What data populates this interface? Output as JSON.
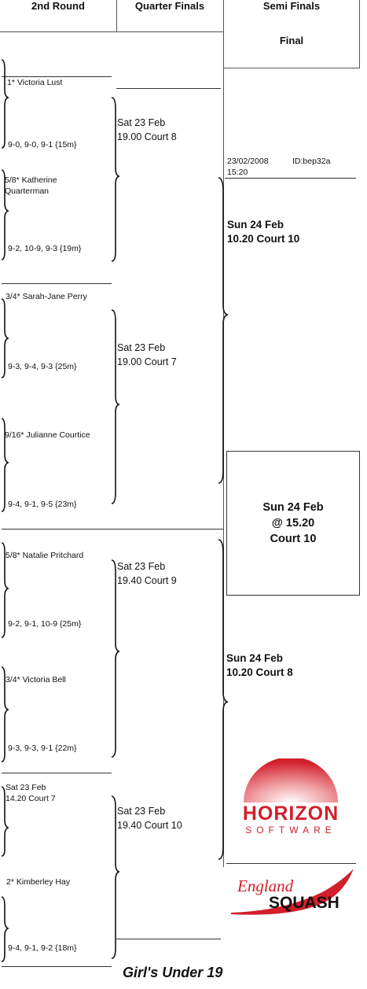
{
  "headers": {
    "second_round": "2nd Round",
    "quarter_finals": "Quarter Finals",
    "semi_finals": "Semi Finals",
    "final": "Final"
  },
  "second_round": [
    {
      "player": "1* Victoria Lust",
      "score": "9-0, 9-0, 9-1 {15m}"
    },
    {
      "player": "5/8* Katherine Quarterman",
      "score": "9-2, 10-9, 9-3 {19m}"
    },
    {
      "player": "3/4* Sarah-Jane Perry",
      "score": "9-3, 9-4, 9-3 {25m}"
    },
    {
      "player": "9/16* Julianne Courtice",
      "score": "9-4, 9-1, 9-5 {23m}"
    },
    {
      "player": "5/8* Natalie Pritchard",
      "score": "9-2, 9-1, 10-9 {25m}"
    },
    {
      "player": "3/4* Victoria Bell",
      "score": "9-3, 9-3, 9-1 {22m}"
    },
    {
      "player": "Sat 23 Feb",
      "player2": "14.20 Court 7",
      "score": ""
    },
    {
      "player": "2* Kimberley Hay",
      "score": "9-4, 9-1, 9-2 {18m}"
    }
  ],
  "quarter_finals": [
    {
      "line1": "Sat 23 Feb",
      "line2": "19.00 Court 8"
    },
    {
      "line1": "Sat 23 Feb",
      "line2": "19.00 Court 7"
    },
    {
      "line1": "Sat 23 Feb",
      "line2": "19.40 Court 9"
    },
    {
      "line1": "Sat 23 Feb",
      "line2": "19.40 Court 10"
    }
  ],
  "semi_finals": [
    {
      "line1": "Sun 24 Feb",
      "line2": "10.20 Court 10"
    },
    {
      "line1": "Sun 24 Feb",
      "line2": "10.20 Court 8"
    }
  ],
  "meta": {
    "date": "23/02/2008",
    "time": "15:20",
    "id": "ID:bep32a"
  },
  "final_box": {
    "line1": "Sun 24 Feb",
    "line2": "@ 15.20",
    "line3": "Court 10"
  },
  "logos": {
    "horizon_top": "HORIZON",
    "horizon_bottom": "SOFTWARE",
    "england": "England",
    "squash": "SQUASH"
  },
  "footer": {
    "title": "Girl's Under 19"
  },
  "colors": {
    "accent_red": "#d21f2b",
    "line": "#333333"
  }
}
